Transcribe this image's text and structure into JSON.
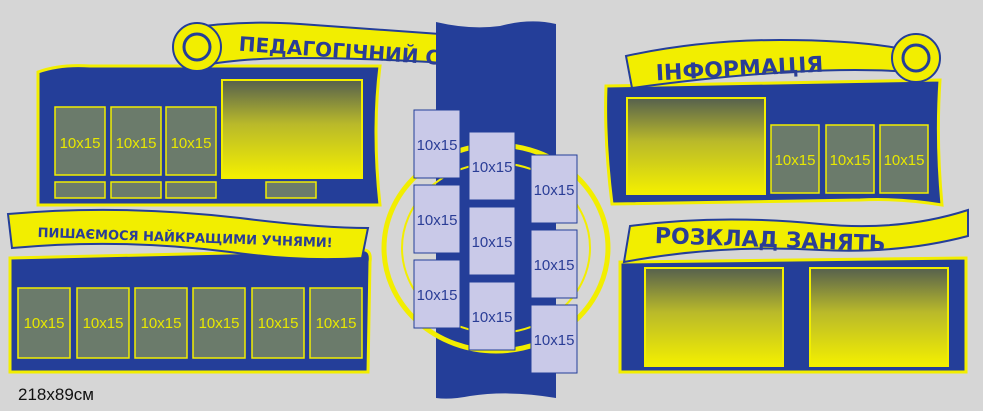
{
  "colors": {
    "background": "#d6d6d6",
    "board_blue": "#243e99",
    "accent_yellow": "#f2ee00",
    "pocket_gray": "#6b7b6b",
    "pocket_label": "#e8e800",
    "center_pocket": "#c9c9e8"
  },
  "sections": {
    "pedagogical": {
      "title": "ПЕДАГОГІЧНИЙ СКЛАД",
      "photo_labels": [
        "10x15",
        "10x15",
        "10x15"
      ]
    },
    "best_students": {
      "title": "ПИШАЄМОСЯ НАЙКРАЩИМИ УЧНЯМИ!",
      "photo_labels": [
        "10x15",
        "10x15",
        "10x15",
        "10x15",
        "10x15",
        "10x15"
      ]
    },
    "center": {
      "col1": [
        "10x15",
        "10x15",
        "10x15"
      ],
      "col2": [
        "10x15",
        "10x15",
        "10x15"
      ],
      "col3": [
        "10x15",
        "10x15",
        "10x15"
      ]
    },
    "information": {
      "title": "ІНФОРМАЦІЯ",
      "photo_labels": [
        "10x15",
        "10x15",
        "10x15"
      ]
    },
    "schedule": {
      "title": "РОЗКЛАД ЗАНЯТЬ"
    }
  },
  "dimensions": {
    "label": "218x89см"
  }
}
